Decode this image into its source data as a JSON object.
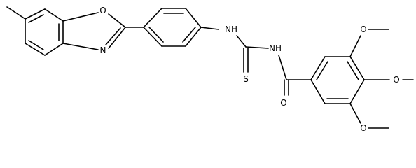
{
  "molecule": {
    "atom_labels": {
      "benzoxazole_oxygen": "O",
      "benzoxazole_nitrogen": "N",
      "thiourea_nh_aryl": "NH",
      "thiourea_nh_acyl": "NH",
      "thione_sulfur": "S",
      "carbonyl_oxygen": "O",
      "methoxy_top": "O",
      "methoxy_middle": "O",
      "methoxy_bottom": "O"
    }
  }
}
